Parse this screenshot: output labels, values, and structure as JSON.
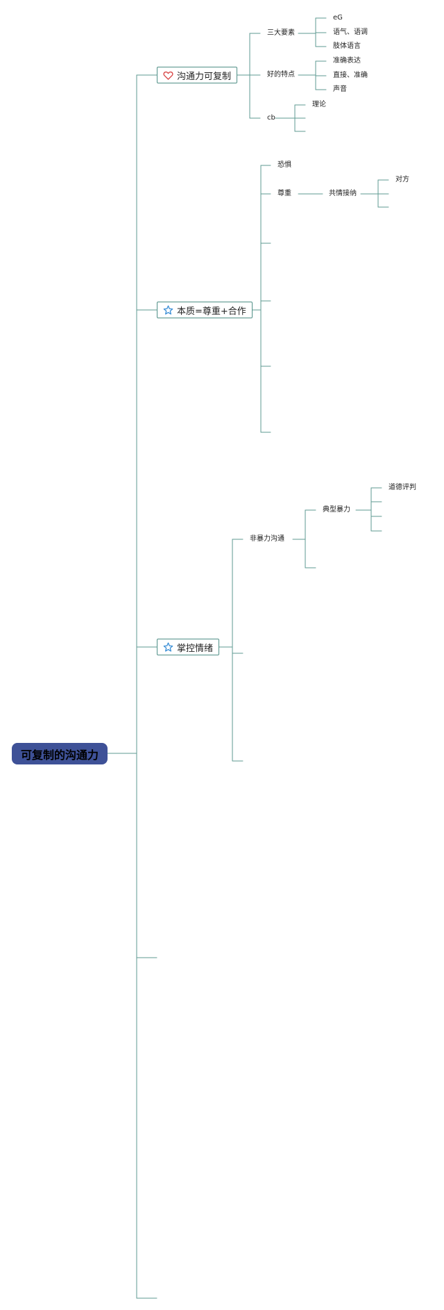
{
  "root": {
    "label": "可复制的沟通力"
  },
  "branches": [
    {
      "label": "沟通力可复制",
      "icon": "heart-icon",
      "children": [
        {
          "label": "三大要素",
          "children": [
            "eG",
            "语气、语调",
            "肢体语言"
          ]
        },
        {
          "label": "好的特点",
          "children": [
            "准确表达",
            "直接、准确",
            "声音"
          ]
        },
        {
          "label": "cb",
          "children": [
            "理论"
          ]
        }
      ]
    },
    {
      "label": "本质=尊重+合作",
      "icon": "star-icon",
      "children": [
        {
          "label": "恐惧"
        },
        {
          "label": "尊重",
          "children": [
            {
              "label": "共情接纳",
              "children": [
                "对方"
              ]
            }
          ]
        }
      ]
    },
    {
      "label": "掌控情绪",
      "icon": "star-icon",
      "children": [
        {
          "label": "非暴力沟通",
          "children": [
            {
              "label": "典型暴力",
              "children": [
                "道德评判"
              ]
            }
          ]
        }
      ]
    }
  ],
  "colors": {
    "connector": "#5e9a90",
    "root_fill": "#3e5197",
    "node_border": "#4f8f86",
    "heart": "#d94b4b",
    "star": "#3b8fd6"
  }
}
